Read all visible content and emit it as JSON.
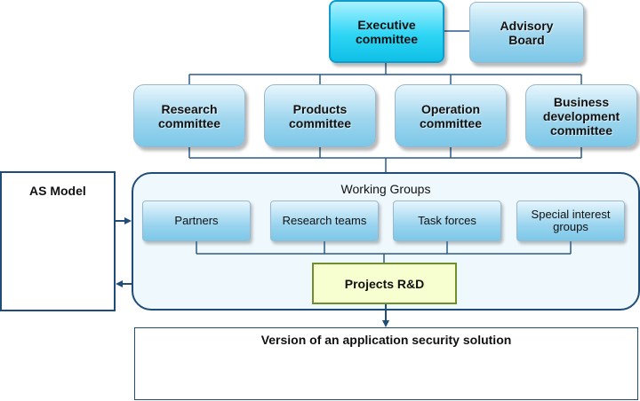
{
  "top": {
    "executive": "Executive committee",
    "advisory": "Advisory Board"
  },
  "committees": [
    "Research committee",
    "Products committee",
    "Operation committee",
    "Business development committee"
  ],
  "working_groups": {
    "title": "Working Groups",
    "items": [
      "Partners",
      "Research teams",
      "Task forces",
      "Special interest groups"
    ],
    "projects": "Projects R&D"
  },
  "side": {
    "label": "AS Model"
  },
  "output": {
    "label": "Version of an application security solution"
  },
  "colors": {
    "connector": "#2b5c8a",
    "arrow": "#1f4d79"
  }
}
